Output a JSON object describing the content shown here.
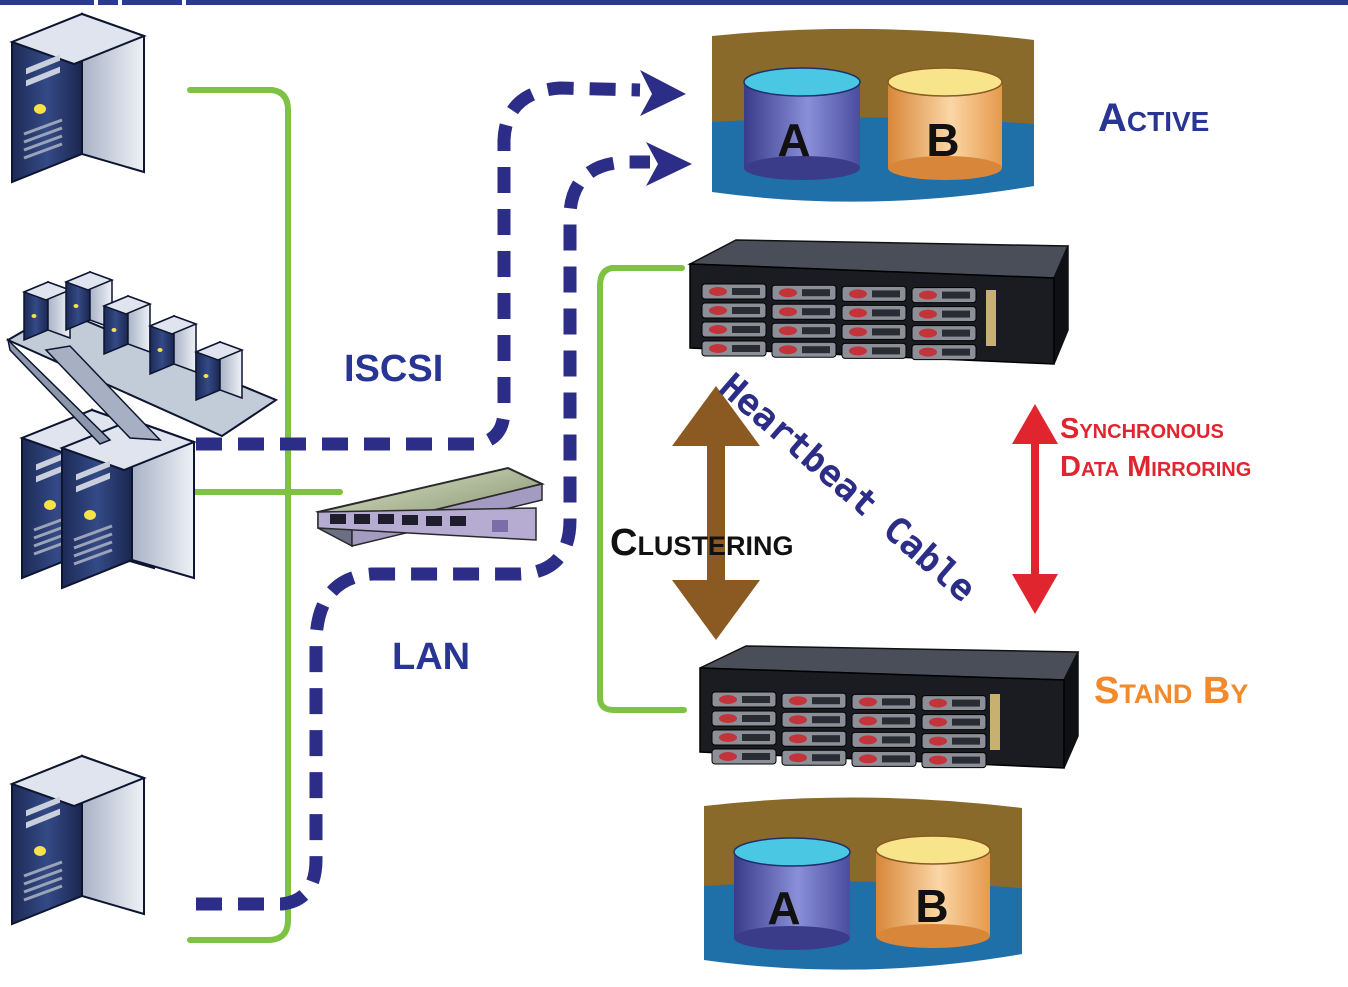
{
  "labels": {
    "active": "Active",
    "standby": "Stand By",
    "iscsi": "ISCSI",
    "lan": "LAN",
    "clustering": "Clustering",
    "heartbeat": "Heartbeat Cable",
    "sync_line1": "Synchronous",
    "sync_line2": "Data Mirroring"
  },
  "disks": {
    "active": [
      "A",
      "B"
    ],
    "standby": [
      "A",
      "B"
    ]
  },
  "colors": {
    "navy": "#283593",
    "green": "#7dc242",
    "brown": "#8b5a22",
    "red": "#e0252f",
    "orange": "#f08a2c",
    "volume_top": "#8a6a2a",
    "volume_bottom": "#1f6fa8"
  }
}
